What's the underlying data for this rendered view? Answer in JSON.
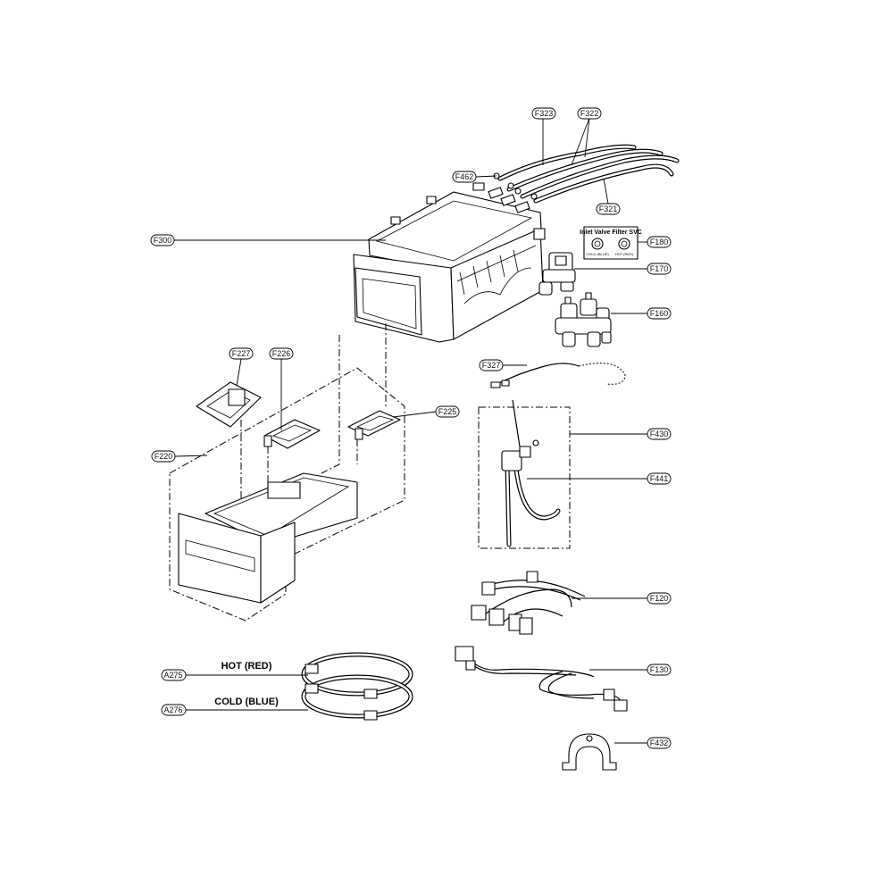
{
  "labels": {
    "F323": "F323",
    "F322": "F322",
    "F462": "F462",
    "F321": "F321",
    "F300": "F300",
    "F180": "F180",
    "F170": "F170",
    "F160": "F160",
    "F327": "F327",
    "F227": "F227",
    "F226": "F226",
    "F225": "F225",
    "F220": "F220",
    "F430": "F430",
    "F441": "F441",
    "F120": "F120",
    "A275": "A275",
    "A276": "A276",
    "F130": "F130",
    "F432": "F432"
  },
  "captions": {
    "hot": "HOT (RED)",
    "cold": "COLD (BLUE)"
  },
  "filter_box": {
    "title": "Inlet Valve Filter SVC",
    "left_label": "COLD (BLUE)",
    "right_label": "HOT (RED)"
  }
}
